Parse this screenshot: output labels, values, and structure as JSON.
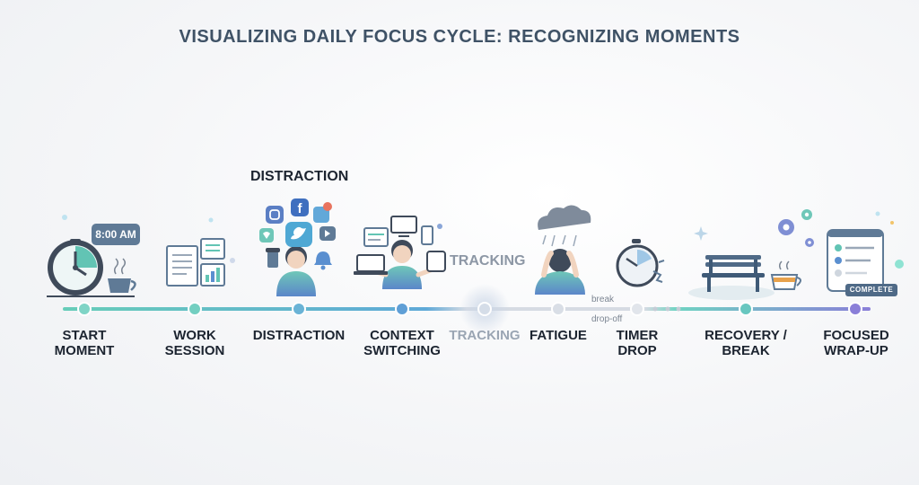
{
  "title": "VISUALIZING DAILY FOCUS CYCLE: RECOGNIZING MOMENTS",
  "steps": [
    {
      "label": "START\nMOMENT"
    },
    {
      "label": "WORK\nSESSION"
    },
    {
      "label": "DISTRACTION"
    },
    {
      "label": "CONTEXT\nSWITCHING"
    },
    {
      "label": "TRACKING"
    },
    {
      "label": "FATIGUE"
    },
    {
      "label": "TIMER\nDROP"
    },
    {
      "label": "RECOVERY /\nBREAK"
    },
    {
      "label": "FOCUSED\nWRAP-UP"
    }
  ],
  "annotations": {
    "distraction_heading": "DISTRACTION",
    "tracking_heading": "TRACKING",
    "clock_time": "8:00 AM",
    "complete_badge": "COMPLETE",
    "break_note": "break",
    "dropoff_note": "drop-off"
  },
  "colors": {
    "teal": "#57c2b6",
    "blue": "#5a8fd0",
    "purple": "#8b7fd6",
    "slate": "#5f7a96",
    "dark": "#3f4a5a"
  }
}
